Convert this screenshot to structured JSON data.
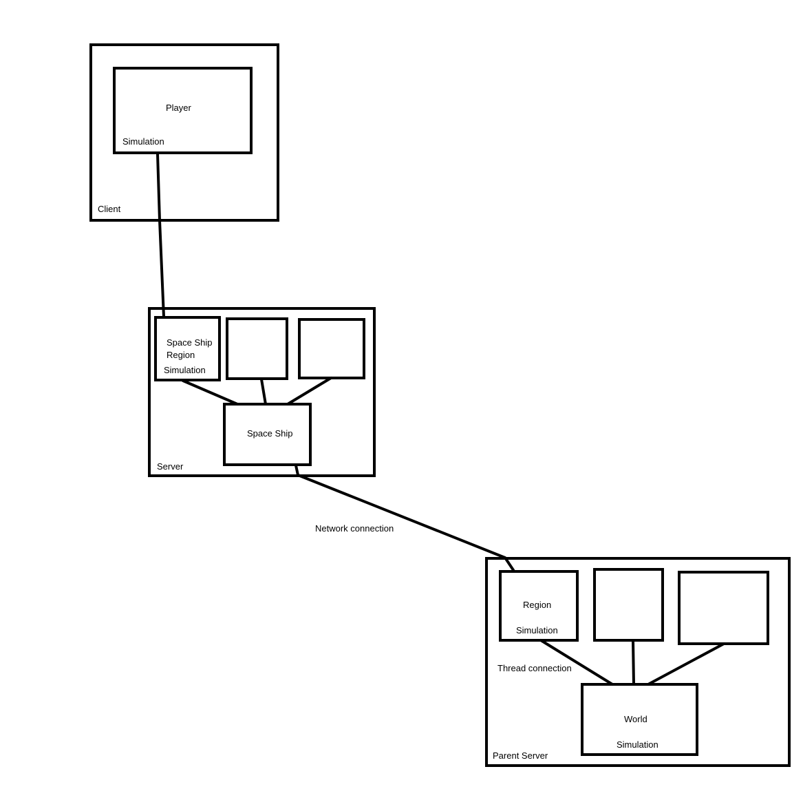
{
  "client": {
    "label": "Client",
    "player": {
      "label": "Player",
      "sublabel": "Simulation"
    }
  },
  "server": {
    "label": "Server",
    "region": {
      "line1": "Space Ship",
      "line2": "Region",
      "line3": "Simulation"
    },
    "ship": {
      "label": "Space Ship"
    }
  },
  "network_label": "Network connection",
  "parent_server": {
    "label": "Parent Server",
    "region": {
      "label": "Region",
      "sublabel": "Simulation"
    },
    "thread_label": "Thread connection",
    "world": {
      "label": "World",
      "sublabel": "Simulation"
    }
  }
}
